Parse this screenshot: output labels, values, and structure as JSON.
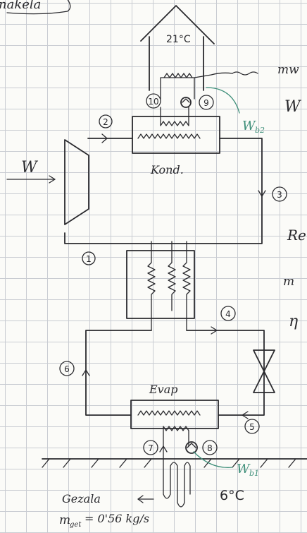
{
  "heading_fragment": "nakela",
  "house": {
    "temperature": "21°C"
  },
  "work_input": {
    "symbol": "W"
  },
  "condenser": {
    "label": "Kond."
  },
  "evaporator": {
    "label": "Evap"
  },
  "state_points": [
    "1",
    "2",
    "3",
    "4",
    "5",
    "6",
    "7",
    "8",
    "9",
    "10"
  ],
  "pumps": {
    "top_label": "W",
    "top_label_sub": "b2",
    "bottom_label": "W",
    "bottom_label_sub": "b1"
  },
  "ground": {
    "temperature": "6°C",
    "fluid_label": "Gezala",
    "mass_flow_symbol": "m",
    "mass_flow_sub": "get",
    "mass_flow_value": "= 0'56 kg/s"
  },
  "margin_fragments": [
    "mw",
    "W",
    "Re",
    "m",
    "η"
  ]
}
